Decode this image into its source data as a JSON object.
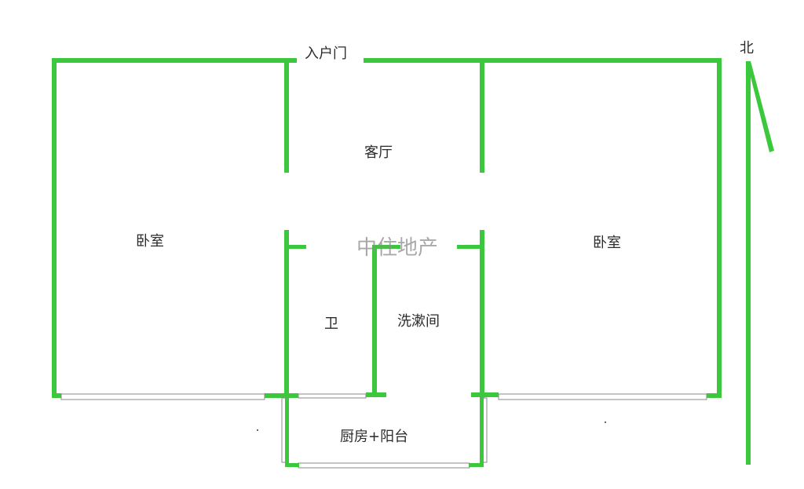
{
  "labels": {
    "entrance": "入户门",
    "living_room": "客厅",
    "bedroom_left": "卧室",
    "bedroom_right": "卧室",
    "bathroom": "卫",
    "washroom": "洗漱间",
    "kitchen_balcony": "厨房+阳台",
    "north": "北"
  },
  "watermark": "中住地产",
  "colors": {
    "wall": "#3cc83c",
    "text": "#2b2b2b",
    "window_outline": "#8a8a8a",
    "watermark": "#8c8c8c"
  }
}
